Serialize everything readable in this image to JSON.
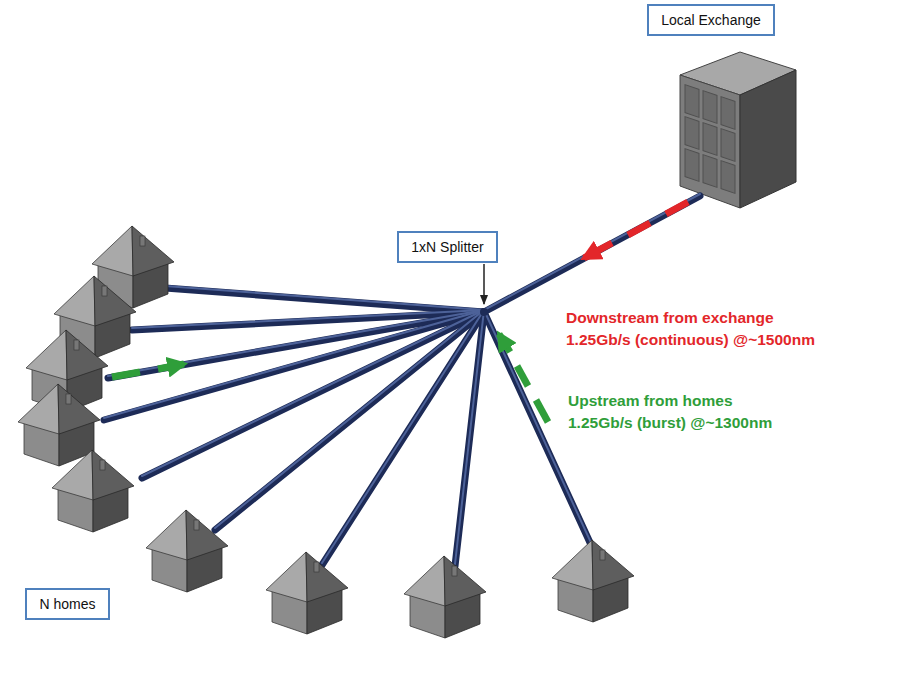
{
  "diagram": {
    "nodes": [
      {
        "text": [
          "Local Exchange"
        ]
      },
      {
        "text": [
          "1xN Splitter"
        ]
      },
      {
        "text": [
          "N homes"
        ]
      }
    ],
    "labels": [
      "Downstream from exchange",
      "1.25Gb/s (continuous) @~1500nm",
      "Upstream from homes",
      "1.25Gb/s (burst) @~1300nm"
    ]
  }
}
